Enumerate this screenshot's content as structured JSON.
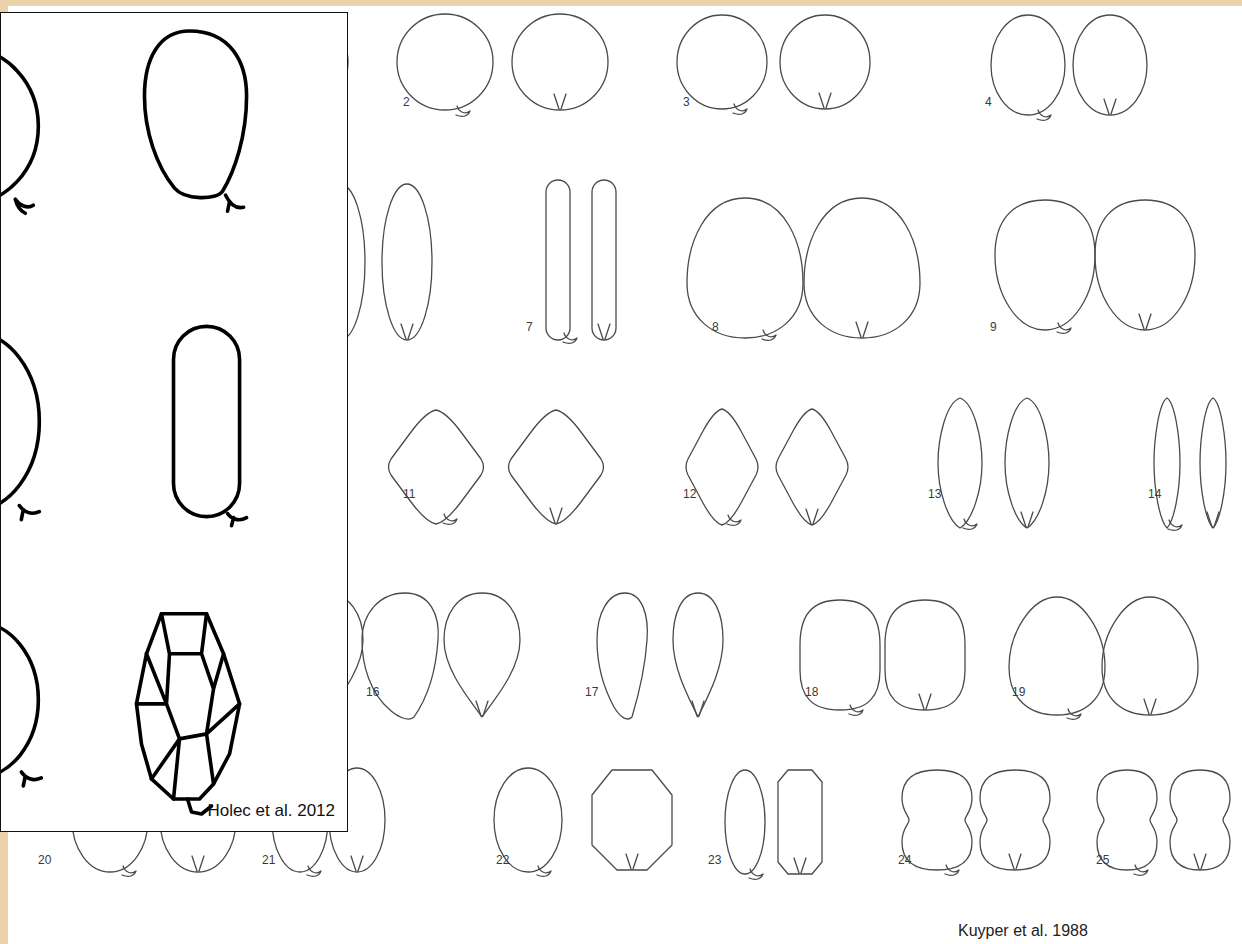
{
  "diagram": {
    "nodes": [
      {
        "text": [
          "Holec et al. 2012"
        ]
      }
    ],
    "labels": [
      "2",
      "3",
      "4",
      "7",
      "8",
      "9",
      "11",
      "12",
      "13",
      "14",
      "16",
      "17",
      "18",
      "19",
      "20",
      "21",
      "22",
      "23",
      "24",
      "25",
      "Kuyper et al. 1988"
    ]
  }
}
